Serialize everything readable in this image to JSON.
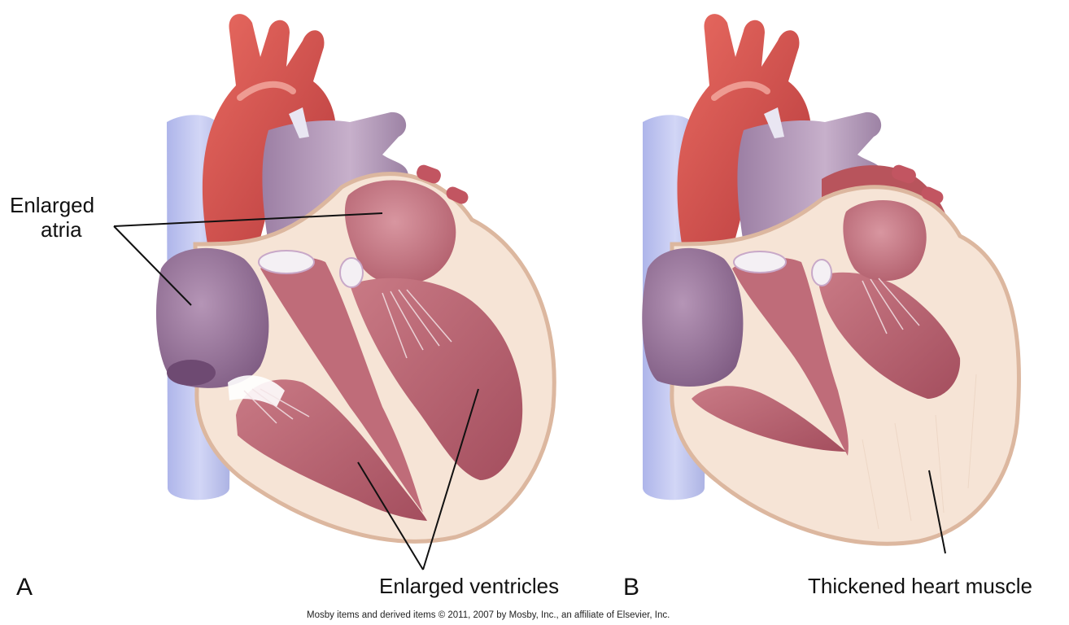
{
  "labels": {
    "enlarged_atria_line1": "Enlarged",
    "enlarged_atria_line2": "atria",
    "enlarged_ventricles": "Enlarged ventricles",
    "thickened_heart_muscle": "Thickened heart muscle",
    "panel_a": "A",
    "panel_b": "B"
  },
  "credit": "Mosby items and derived items © 2011, 2007 by Mosby, Inc., an affiliate of Elsevier, Inc.",
  "colors": {
    "aorta": "#d9524f",
    "vena_cava": "#c8ccf0",
    "pulmonary_artery": "#b89bbd",
    "muscle_wall": "#f6e4d6",
    "chamber_interior": "#b9606e",
    "atrium": "#9e7a9f",
    "valve": "#f4f0f4",
    "leader_line": "#111111"
  }
}
